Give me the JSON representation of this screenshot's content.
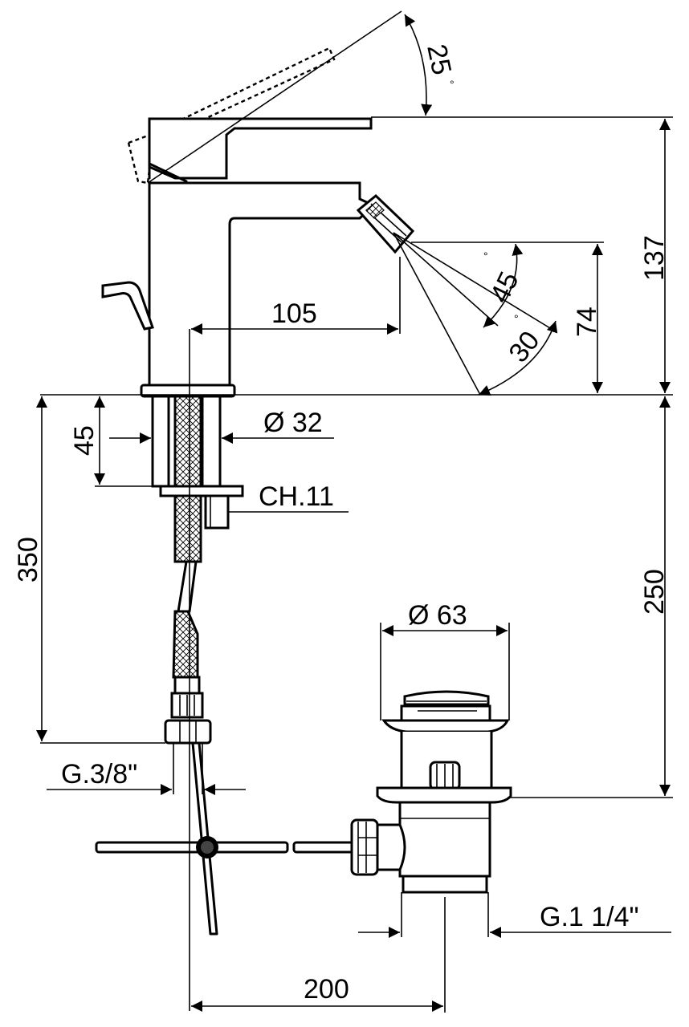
{
  "drawing": {
    "dimensions": {
      "angle_lever": "25",
      "angle_degree_mark": "°",
      "height_spout_top": "137",
      "length_spout": "105",
      "height_outlet": "74",
      "angle_spray_max": "45",
      "angle_spray_min": "30",
      "deck_thickness": "45",
      "diameter_shank": "Ø 32",
      "hex_nut": "CH.11",
      "hose_length": "350",
      "drain_height": "250",
      "diameter_drain": "Ø 63",
      "connection_supply": "G.3/8\"",
      "connection_drain": "G.1 1/4\"",
      "distance_axis": "200"
    }
  }
}
